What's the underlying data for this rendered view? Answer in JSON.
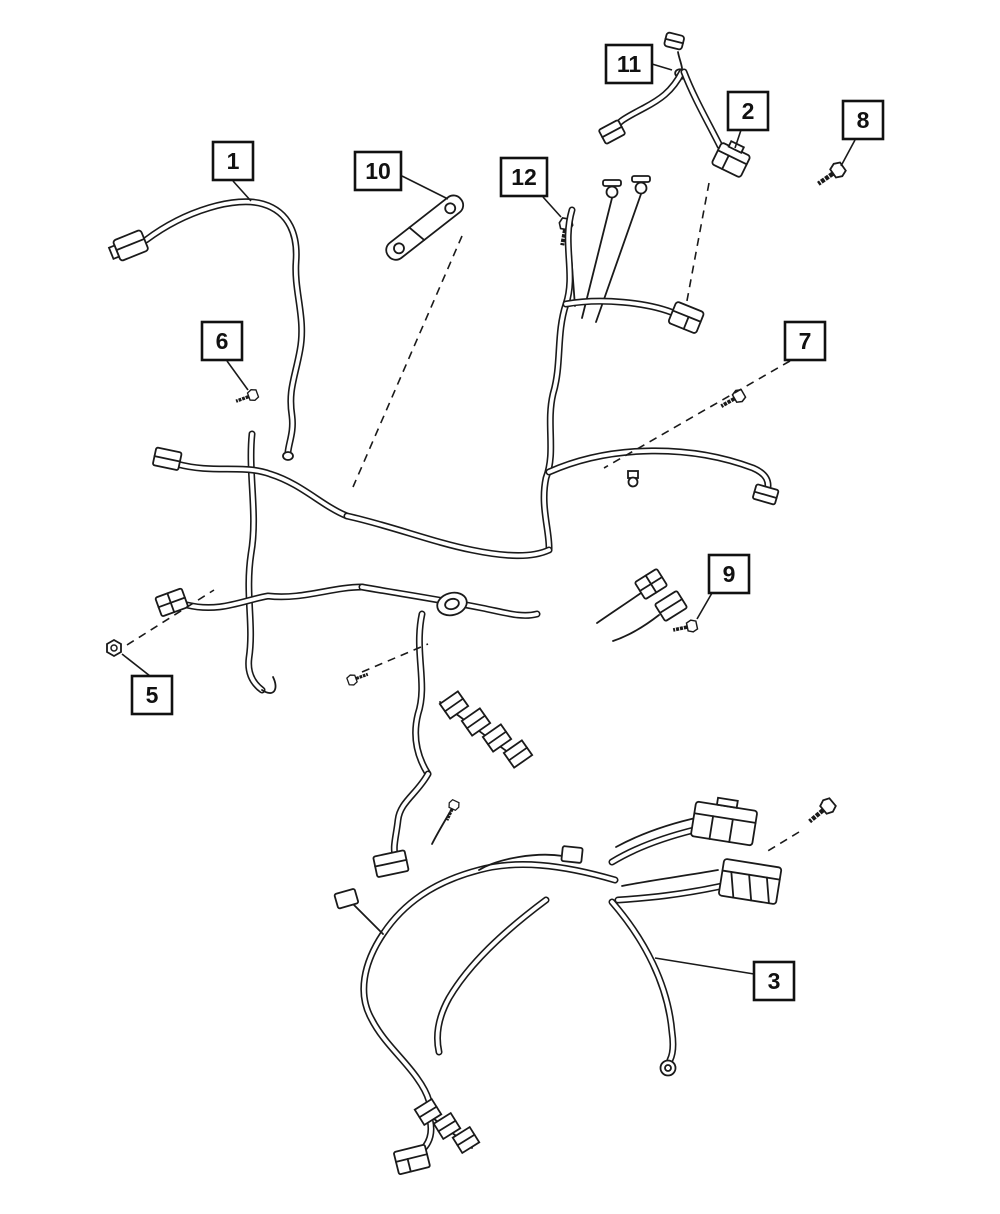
{
  "page": {
    "background_color": "#ffffff"
  },
  "diagram": {
    "type": "exploded-parts-diagram",
    "subject": "engine-wiring-harness",
    "line_color": "#1a1a1a",
    "callouts": [
      {
        "label": "1"
      },
      {
        "label": "2"
      },
      {
        "label": "3"
      },
      {
        "label": "5"
      },
      {
        "label": "6"
      },
      {
        "label": "7"
      },
      {
        "label": "8"
      },
      {
        "label": "9"
      },
      {
        "label": "10"
      },
      {
        "label": "11"
      },
      {
        "label": "12"
      }
    ]
  }
}
